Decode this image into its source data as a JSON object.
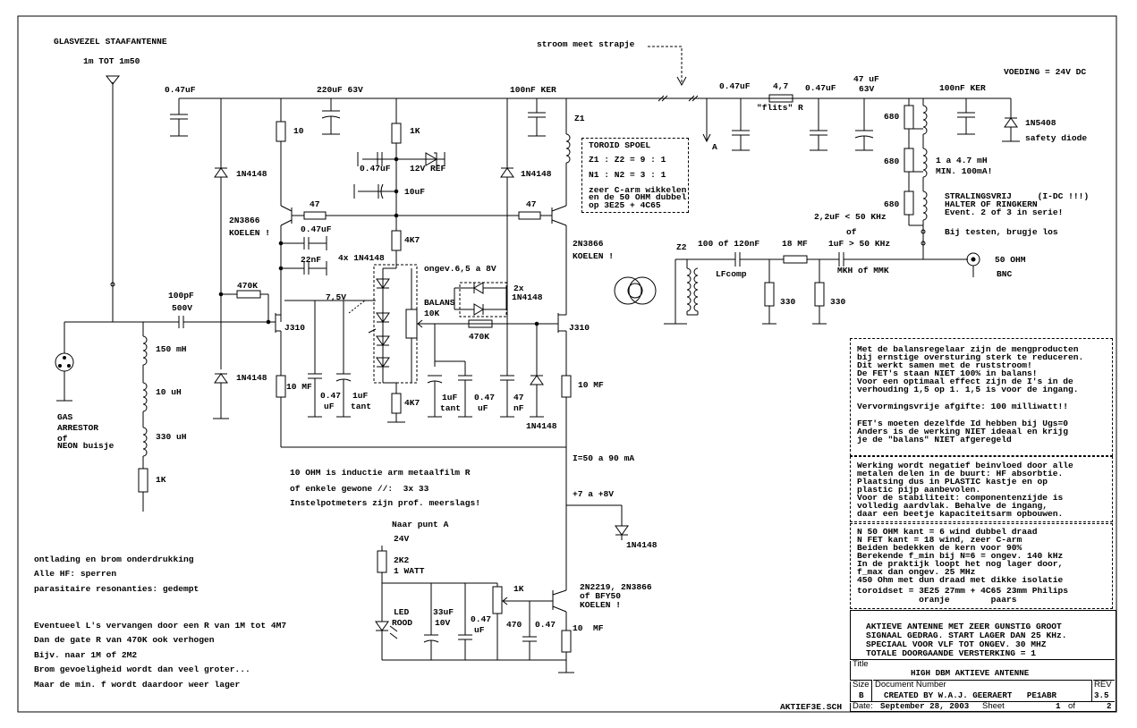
{
  "labels": {
    "antenna": "GLASVEZEL STAAFANTENNE",
    "antenna_len": "1m TOT 1m50",
    "c_047_in": "0.47uF",
    "c_220": "220uF 63V",
    "c_100n_mid": "100nF KER",
    "stroom": "stroom meet strapje",
    "c_047_a": "0.47uF",
    "r_47_flits": "4,7",
    "flits": "\"flits\" R",
    "c_047_b": "0.47uF",
    "c_47u": "47 uF",
    "c_47u_v": "63V",
    "c_100n_right": "100nF KER",
    "voeding": "VOEDING = 24V DC",
    "d_1n5408": "1N5408",
    "safety": "safety diode",
    "r_10_top": "10",
    "r_1k_top": "1K",
    "c_047_ref": "0.47uF",
    "ref_12v": "12V REF",
    "c_10u": "10uF",
    "z1": "Z1",
    "toroid": "TOROID SPOEL",
    "z1z2": "Z1 : Z2 = 9 : 1",
    "n1n2": "N1 : N2 = 3 : 1",
    "carm1": "zeer C-arm wikkelen",
    "carm2": "en de 50 OHM dubbel",
    "carm3": "op 3E25 + 4C65",
    "point_a": "A",
    "r_680_1": "680",
    "r_680_2": "680",
    "r_680_3": "680",
    "l_47mh": "1 a 4.7 mH",
    "min100": "MIN. 100mA!",
    "strl1": "STRALINGSVRIJ     (I-DC !!!)",
    "strl2": "HALTER OF RINGKERN",
    "strl3": "Event. 2 of 3 in serie!",
    "testen": "Bij testen, brugje los",
    "d1_left": "1N4148",
    "d1_right": "1N4148",
    "r_47_left": "47",
    "r_47_right": "47",
    "t_2n3866_l": "2N3866",
    "koelen_l": "KOELEN !",
    "t_2n3866_r": "2N3866",
    "koelen_r": "KOELEN !",
    "c_047_mid": "0.47uF",
    "c_22n": "22nF",
    "r_4k7_top": "4K7",
    "d_4x": "4x 1N4148",
    "ongev": "ongev.6,5 a 8V",
    "d_2x": "2x",
    "d_2x_type": "1N4148",
    "r_470k_l": "470K",
    "v_75": "7,5V",
    "balans": "BALANS",
    "balans_10k": "10K",
    "r_470k_r": "470K",
    "c_100p": "100pF",
    "c_100p_v": "500V",
    "j310_l": "J310",
    "j310_r": "J310",
    "z2": "Z2",
    "c_100_120n": "100 of 120nF",
    "lfcomp": "LFcomp",
    "r_18mf": "18 MF",
    "c_1uf_50k": "1uF > 50 KHz",
    "c_22uf_50k": "2,2uF < 50 KHz",
    "of_mid": "of",
    "mkh": "MKH of MMK",
    "r_330_a": "330",
    "r_330_b": "330",
    "bnc_ohm": "50 OHM",
    "bnc": "BNC",
    "l_150mh": "150 mH",
    "l_10uh": "10 uH",
    "l_330uh": "330 uH",
    "r_1k_l": "1K",
    "gas1": "GAS",
    "gas2": "ARRESTOR",
    "gas3": "of",
    "gas4": "NEON buisje",
    "d2_left": "1N4148",
    "r_10mf_l": "10 MF",
    "c_047_a2": "0.47",
    "c_047_a2u": "uF",
    "c_1uf_tant_l": "1uF",
    "c_1uf_tant_l2": "tant",
    "r_4k7_bot": "4K7",
    "c_1uf_tant_r": "1uF",
    "c_1uf_tant_r2": "tant",
    "c_047_b2": "0.47",
    "c_047_b2u": "uF",
    "c_47nf": "47",
    "c_47nf_u": "nF",
    "d2_right": "1N4148",
    "r_10mf_r": "10 MF",
    "i_range": "I=50 a 90 mA",
    "v_range": "+7 a +8V",
    "d_1n4148_bot": "1N4148",
    "naar": "Naar punt A",
    "v24": "24V",
    "r_2k2": "2K2",
    "watt": "1 WATT",
    "led1": "LED",
    "led2": "ROOD",
    "c_33u": "33uF",
    "c_33u_v": "10V",
    "c_047_bot": "0.47",
    "c_047_bot_u": "uF",
    "r_470_bot": "470",
    "c_047_bot2": "0.47",
    "pot_1k": "1K",
    "t_2n2219_1": "2N2219, 2N3866",
    "t_2n2219_2": "of BFY50",
    "t_2n2219_3": "KOELEN !",
    "r_10mf_bot": "10  MF",
    "file": "AKTIEF3E.SCH"
  },
  "notes": {
    "metaal": "10 OHM is inductie arm metaalfilm R",
    "gewone": "of enkele gewone //:  3x 33",
    "potmeters": "Instelpotmeters zijn prof. meerslags!",
    "left_block": "ontlading en brom onderdrukking\n\nAlle HF: sperren\n\nparasitaire resonanties: gedempt",
    "left_block2": "Eventueel L's vervangen door een R van 1M tot 4M7\n\nDan de gate R van 470K ook verhogen\n\nBijv. naar 1M of 2M2\n\nBrom gevoeligheid wordt dan veel groter...\n\nMaar de min. f wordt daardoor weer lager",
    "box1": "Met de balansregelaar zijn de mengproducten\nbij ernstige oversturing sterk te reduceren.\nDit werkt samen met de ruststroom!\nDe FET's staan NIET 100% in balans!\nVoor een optimaal effect zijn de I's in de\nverhouding 1,5 op 1. 1,5 is voor de ingang.",
    "box2": "Vervormingsvrije afgifte: 100 milliwatt!!",
    "box3": "FET's moeten dezelfde Id hebben bij Ugs=0\nAnders is de werking NIET ideaal en krijg\nje de \"balans\" NIET afgeregeld",
    "box4": "Werking wordt negatief beinvloed door alle\nmetalen delen in de buurt: HF absorbtie.\nPlaatsing dus in PLASTIC kastje en op\nplastic pijp aanbevolen.\nVoor de stabiliteit: componentenzijde is\nvolledig aardvlak. Behalve de ingang,\ndaar een beetje kapaciteitsarm opbouwen.",
    "box5": "N 50 OHM kant = 6 wind dubbel draad\nN FET kant = 18 wind, zeer C-arm\nBeiden bedekken de kern voor 90%\nBerekende f_min bij N=6 = ongev. 140 kHz\nIn de praktijk loopt het nog lager door,\nf_max dan ongev. 25 MHz\n450 Ohm met dun draad met dikke isolatie",
    "box5b": "toroidset = 3E25 27mm + 4C65 23mm Philips",
    "box5c": "            oranje        paars",
    "desc": "AKTIEVE ANTENNE MET ZEER GUNSTIG GROOT\nSIGNAAL GEDRAG. START LAGER DAN 25 KHz.\nSPECIAAL VOOR VLF TOT ONGEV. 30 MHZ\nTOTALE DOORGAANDE VERSTERKING = 1"
  },
  "titleblock": {
    "title_label": "Title",
    "title": "HIGH DBM AKTIEVE ANTENNE",
    "size_label": "Size",
    "size": "B",
    "docnum_label": "Document Number",
    "docnum": "CREATED BY W.A.J. GEERAERT   PE1ABR",
    "rev_label": "REV",
    "rev": "3.5",
    "date_label": "Date:",
    "date": "September 28, 2003",
    "sheet_label": "Sheet",
    "sheet": "1",
    "of_label": "of",
    "of": "2"
  }
}
